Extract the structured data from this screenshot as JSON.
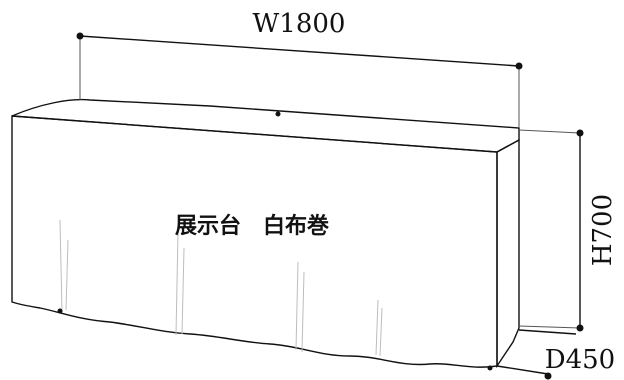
{
  "product": {
    "label": "展示台　白布巻"
  },
  "dimensions": {
    "width": "W1800",
    "height": "H700",
    "depth": "D450"
  },
  "colors": {
    "line": "#111111",
    "fabric": "#ffffff",
    "fold_shadow": "#bdbdbd"
  }
}
